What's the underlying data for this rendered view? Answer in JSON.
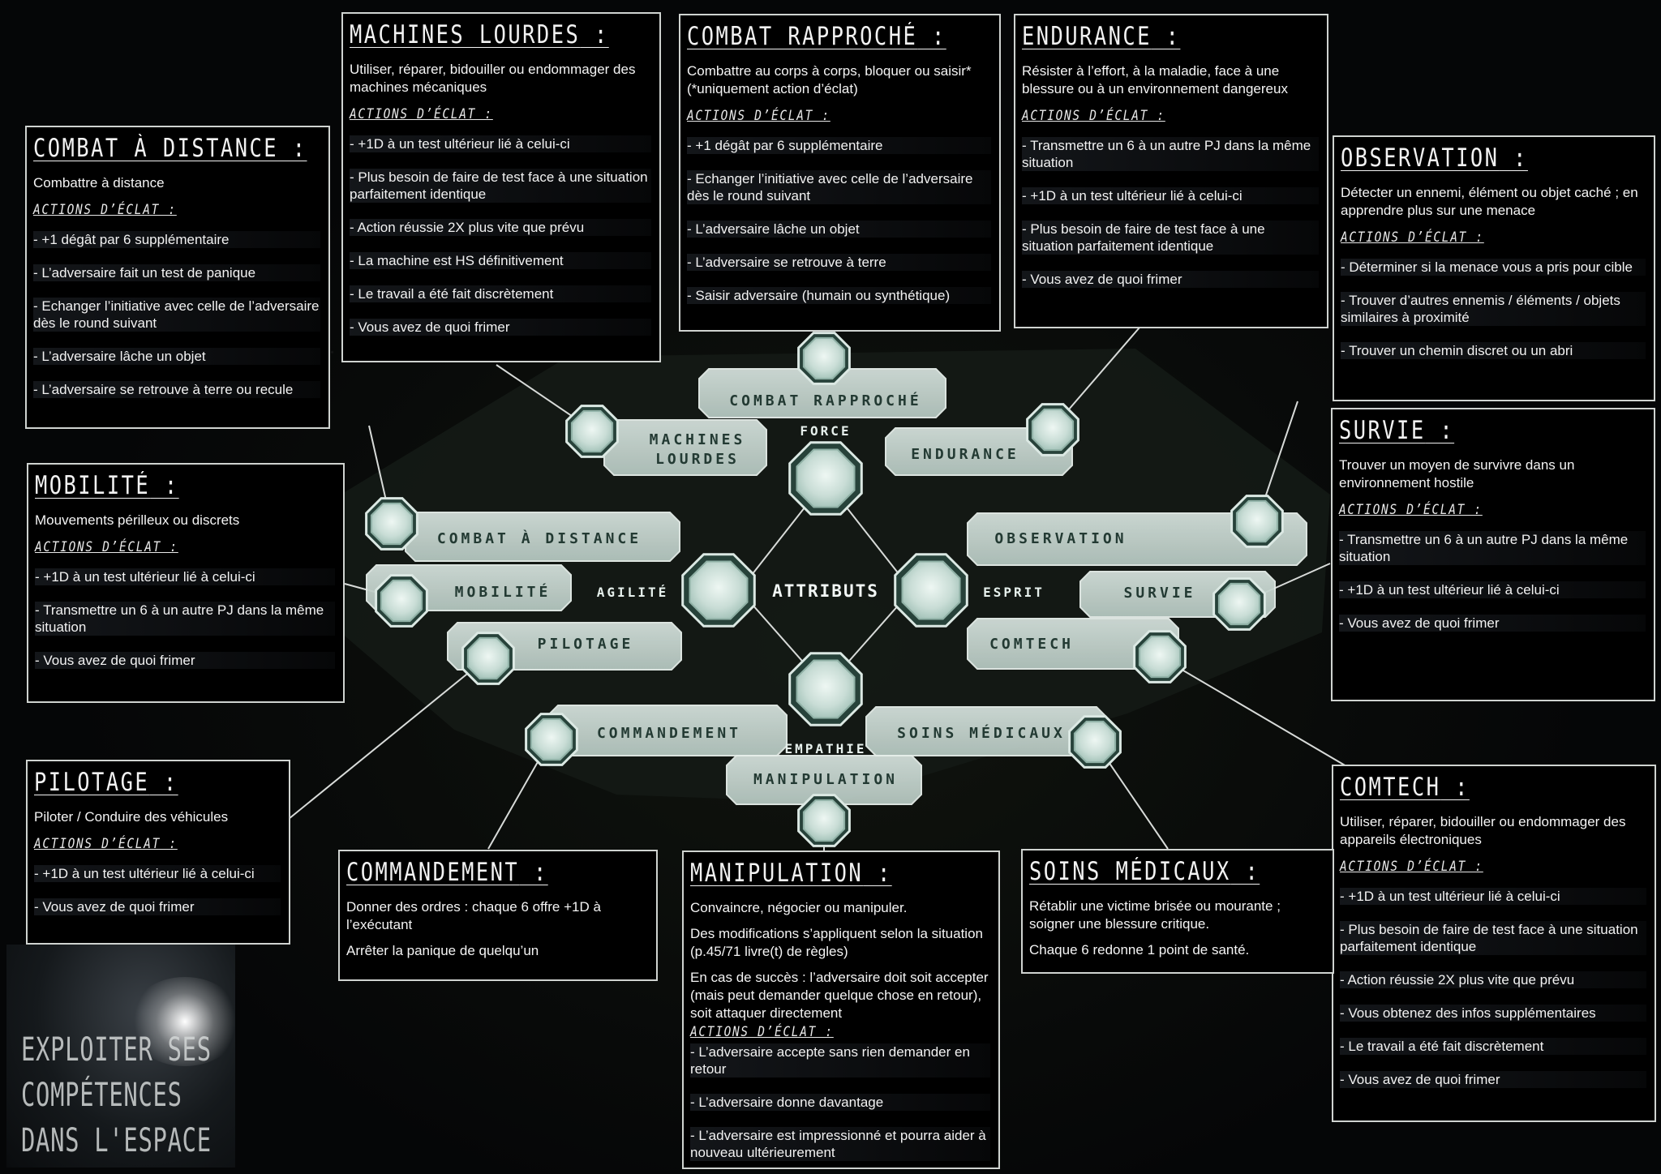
{
  "colors": {
    "node_fill": "#bcd4cc",
    "node_stroke": "#dbe8e3",
    "label_text": "#233a33",
    "plate": "#c3d1cb",
    "line": "#d8dbd9",
    "panel_bg": "#000000"
  },
  "diagram": {
    "center": "ATTRIBUTS",
    "attributes": [
      "FORCE",
      "AGILITÉ",
      "ESPRIT",
      "EMPATHIE"
    ],
    "skills": [
      "COMBAT RAPPROCHÉ",
      "MACHINES LOURDES",
      "ENDURANCE",
      "COMBAT À DISTANCE",
      "MOBILITÉ",
      "PILOTAGE",
      "OBSERVATION",
      "SURVIE",
      "COMTECH",
      "COMMANDEMENT",
      "SOINS MÉDICAUX",
      "MANIPULATION"
    ]
  },
  "cards": {
    "machines": {
      "title": "MACHINES LOURDES",
      "desc": "Utiliser, réparer, bidouiller ou endommager des machines mécaniques",
      "label": "ACTIONS D’ÉCLAT",
      "items": [
        "+1D à un test ultérieur lié à celui-ci",
        "Plus besoin de faire de test face à une situation parfaitement identique",
        "Action réussie 2X plus vite que prévu",
        "La machine est HS définitivement",
        "Le travail a été fait discrètement",
        "Vous avez de quoi frimer"
      ]
    },
    "rapproche": {
      "title": "COMBAT RAPPROCHÉ",
      "desc": "Combattre au corps à corps, bloquer ou saisir* (*uniquement action d’éclat)",
      "label": "ACTIONS D’ÉCLAT",
      "items": [
        "+1 dégât par 6 supplémentaire",
        "Echanger l’initiative avec celle de l’adversaire dès le round suivant",
        "L’adversaire lâche un objet",
        "L’adversaire se retrouve à terre",
        "Saisir adversaire (humain ou synthétique)"
      ]
    },
    "endurance": {
      "title": "ENDURANCE",
      "desc": "Résister à l’effort, à la maladie, face à une blessure ou à un environnement dangereux",
      "label": "ACTIONS D’ÉCLAT",
      "items": [
        "Transmettre un 6 à un autre PJ dans la même situation",
        "+1D à un test ultérieur lié à celui-ci",
        "Plus besoin de faire de test face à une situation parfaitement identique",
        "Vous avez de quoi frimer"
      ]
    },
    "distance": {
      "title": "COMBAT À DISTANCE",
      "desc": "Combattre à distance",
      "label": "ACTIONS D’ÉCLAT",
      "items": [
        "+1 dégât par 6 supplémentaire",
        "L’adversaire fait un test de panique",
        "Echanger l’initiative avec celle de l’adversaire dès le round suivant",
        "L’adversaire lâche un objet",
        "L’adversaire se retrouve à terre ou recule"
      ]
    },
    "observation": {
      "title": "OBSERVATION",
      "desc": "Détecter un ennemi, élément ou objet caché ; en apprendre plus sur une menace",
      "label": "ACTIONS D’ÉCLAT",
      "items": [
        "Déterminer si la menace vous a pris pour cible",
        "Trouver d’autres ennemis / éléments / objets similaires à proximité",
        "Trouver un chemin discret ou un abri"
      ]
    },
    "mobilite": {
      "title": "MOBILITÉ",
      "desc": "Mouvements périlleux ou discrets",
      "label": "ACTIONS D’ÉCLAT",
      "items": [
        "+1D à un test ultérieur lié à celui-ci",
        "Transmettre un 6 à un autre PJ dans la même situation",
        "Vous avez de quoi frimer"
      ]
    },
    "survie": {
      "title": "SURVIE",
      "desc": "Trouver un moyen de survivre dans un environnement hostile",
      "label": "ACTIONS D’ÉCLAT",
      "items": [
        "Transmettre un 6 à un autre PJ dans la même situation",
        "+1D à un test ultérieur lié à celui-ci",
        "Vous avez de quoi frimer"
      ]
    },
    "pilotage": {
      "title": "PILOTAGE",
      "desc": "Piloter / Conduire des véhicules",
      "label": "ACTIONS D’ÉCLAT",
      "items": [
        "+1D à un test ultérieur lié à celui-ci",
        "Vous avez de quoi frimer"
      ]
    },
    "comtech": {
      "title": "COMTECH",
      "desc": "Utiliser, réparer, bidouiller ou endommager des appareils électroniques",
      "label": "ACTIONS D’ÉCLAT",
      "items": [
        "+1D à un test ultérieur lié à celui-ci",
        "Plus besoin de faire de test face à une situation parfaitement identique",
        "Action réussie 2X plus vite que prévu",
        "Vous obtenez des infos supplémentaires",
        "Le travail a été fait discrètement",
        "Vous avez de quoi frimer"
      ]
    },
    "commandement": {
      "title": "COMMANDEMENT",
      "desc": [
        "Donner des ordres : chaque 6 offre +1D à l’exécutant",
        "Arrêter la panique de quelqu’un"
      ]
    },
    "manipulation": {
      "title": "MANIPULATION",
      "desc": [
        "Convaincre, négocier ou manipuler.",
        "Des modifications s’appliquent selon la situation (p.45/71 livre(t) de règles)",
        "En cas de succès : l’adversaire doit soit accepter (mais peut demander quelque chose en retour), soit attaquer directement"
      ],
      "label": "ACTIONS D’ÉCLAT",
      "items": [
        "L’adversaire accepte sans rien demander en retour",
        "L’adversaire donne davantage",
        "L’adversaire est impressionné et pourra aider à nouveau ultérieurement"
      ]
    },
    "soins": {
      "title": "SOINS MÉDICAUX",
      "desc": [
        "Rétablir une victime brisée ou mourante ; soigner une blessure critique.",
        "Chaque 6 redonne 1 point de santé."
      ]
    }
  },
  "poster_title": [
    "EXPLOITER SES",
    "COMPÉTENCES",
    "DANS L'ESPACE"
  ]
}
